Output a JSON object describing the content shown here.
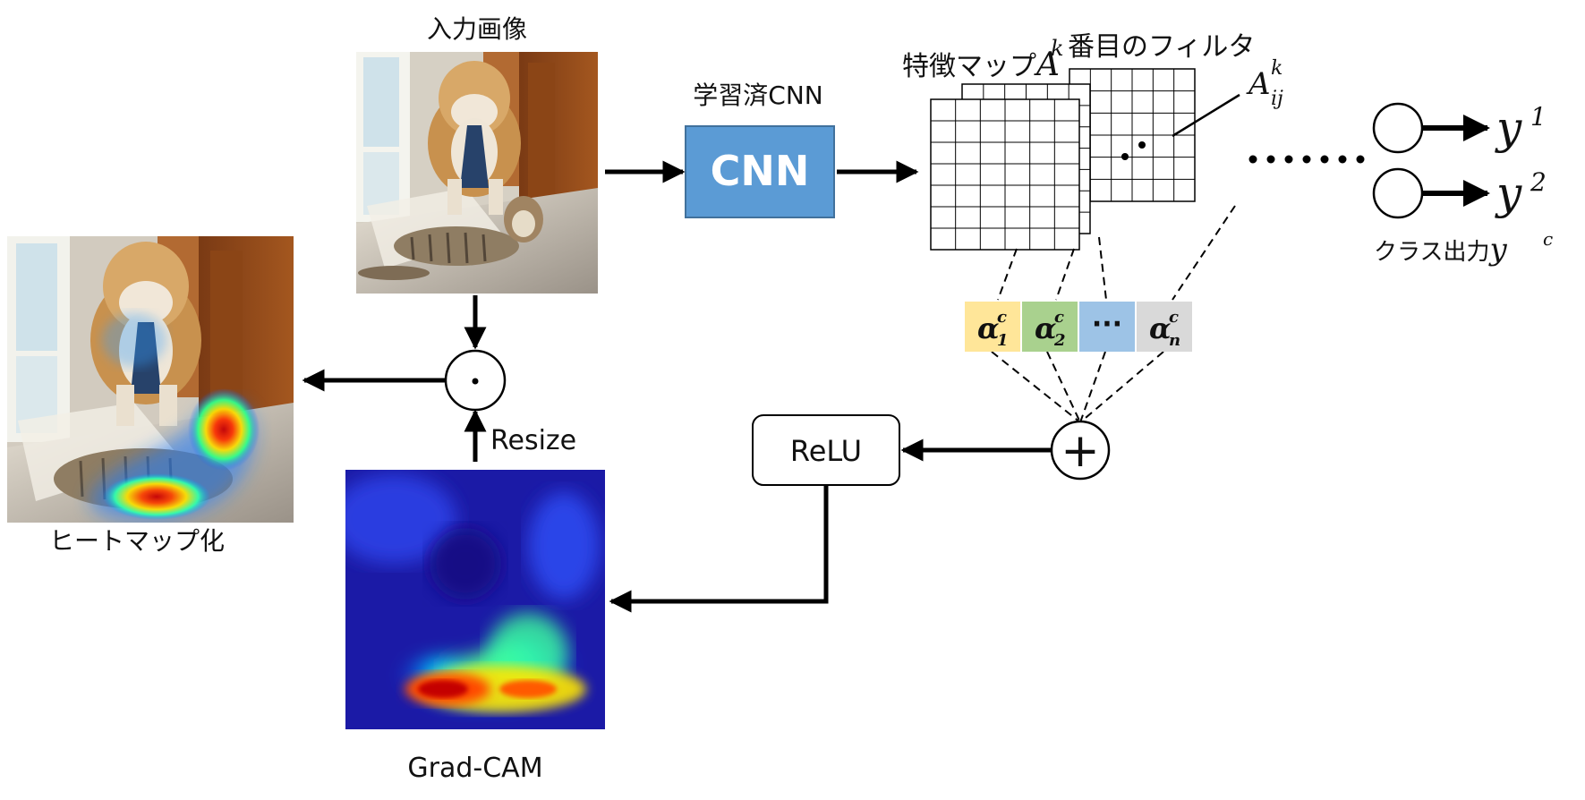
{
  "labels": {
    "input_image": "入力画像",
    "trained_cnn": "学習済CNN",
    "cnn_box": "CNN",
    "feature_map": "特徴マップ",
    "feature_map_symbol": "A",
    "feature_map_sup": "k",
    "kth_filter": "番目のフィルタ",
    "element_symbol": "A",
    "element_sup": "k",
    "element_sub": "ij",
    "output_y1_base": "y",
    "output_y1_sup": "1",
    "output_y2_base": "y",
    "output_y2_sup": "2",
    "class_output": "クラス出力",
    "class_output_symbol": "y",
    "class_output_sup": "c",
    "weights": [
      {
        "base": "α",
        "sub": "1",
        "sup": "c"
      },
      {
        "base": "α",
        "sub": "2",
        "sup": "c"
      },
      {
        "text": "···"
      },
      {
        "base": "α",
        "sub": "n",
        "sup": "c"
      }
    ],
    "plus_symbol": "+",
    "relu_box": "ReLU",
    "multiply_symbol": "·",
    "resize": "Resize",
    "heatmap": "ヒートマップ化",
    "grad_cam": "Grad-CAM"
  },
  "colors": {
    "cnn_box": "#5b9bd5",
    "alpha1": "#ffe699",
    "alpha2": "#a9d18e",
    "dots": "#9dc3e6",
    "alphan": "#d9d9d9"
  },
  "icons": {
    "input_image": "dog-and-cat-photo",
    "heatmap_image": "dog-and-cat-photo-with-heatmap-overlay",
    "gradcam_image": "gradcam-heatmap"
  }
}
